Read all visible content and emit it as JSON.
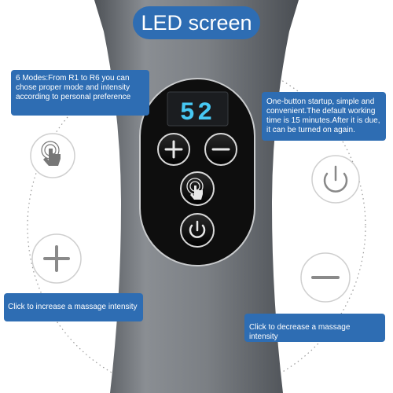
{
  "header": {
    "title": "LED screen"
  },
  "display": {
    "value": "52"
  },
  "callouts": {
    "modes": "6 Modes:From R1 to R6 you can chose proper mode and intensity according to personal preference",
    "startup": "One-button startup, simple and convenient.The default working time is 15 minutes.After it is due, it can be turned on again.",
    "increase": "Click to increase a massage intensity",
    "decrease": "Click to decrease a massage intensity"
  },
  "icons": [
    "touch-mode-icon",
    "power-icon",
    "plus-icon",
    "minus-icon"
  ],
  "colors": {
    "accent_blue": "#2e6db3",
    "device_gray": "#7b7f84",
    "panel_black": "#111111",
    "led_blue": "#47c8f3"
  }
}
